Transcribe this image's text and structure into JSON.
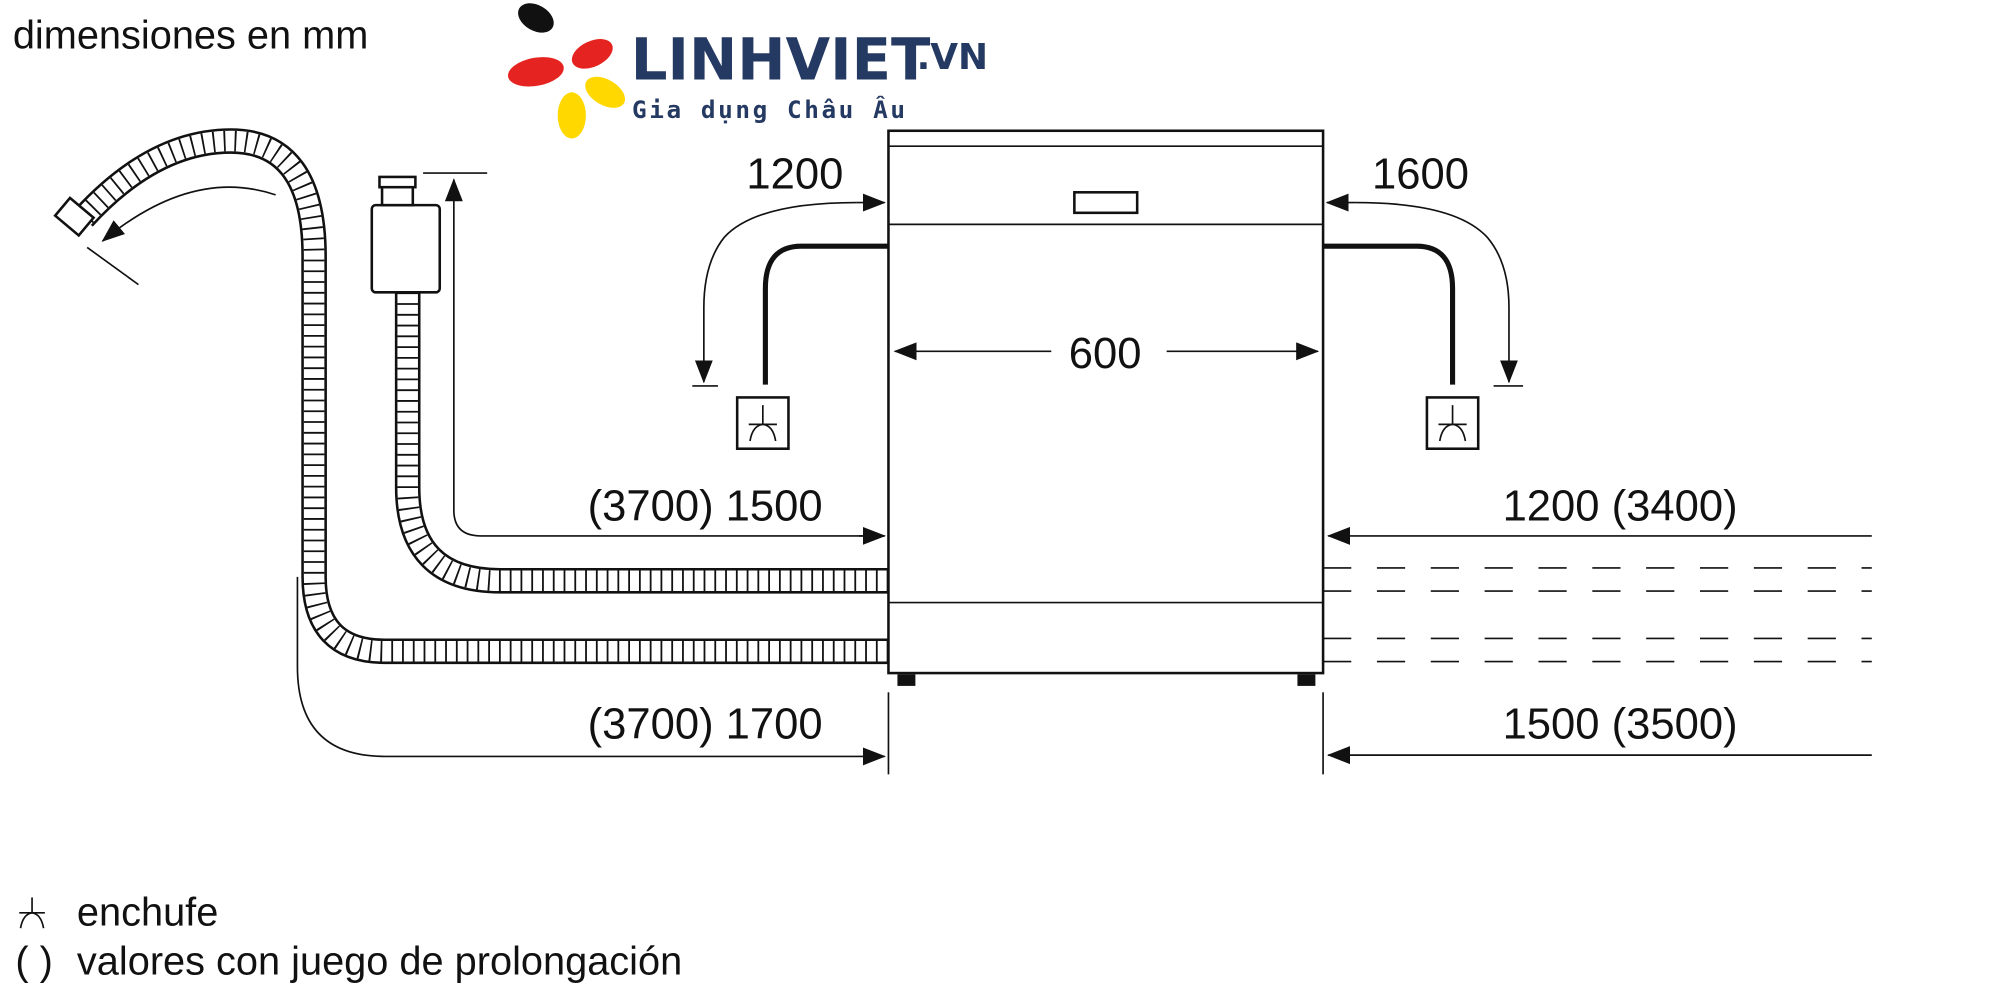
{
  "header": {
    "title": "dimensiones en mm"
  },
  "logo": {
    "brand": "LINHVIET",
    "domain": ".VN",
    "tagline": "Gia dụng Châu Âu",
    "brand_color": "#253a62"
  },
  "dimensions": {
    "width": "600",
    "power_left": "1200",
    "power_right": "1600",
    "inlet_left": "(3700) 1500",
    "drain_left": "(3700) 1700",
    "inlet_right": "1200 (3400)",
    "drain_right": "1500 (3500)"
  },
  "legend": {
    "plug_label": "enchufe",
    "paren_symbol": "( )",
    "paren_label": "valores con juego de prolongación"
  }
}
